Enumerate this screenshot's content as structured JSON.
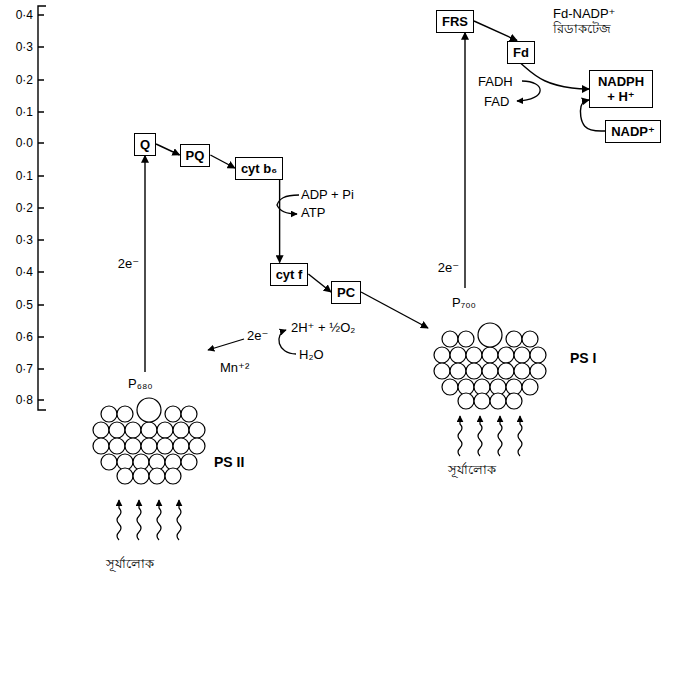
{
  "diagram": {
    "nodes": [
      {
        "text": [
          "FRS"
        ]
      },
      {
        "text": [
          "Fd"
        ]
      },
      {
        "text": [
          "NADPH + H⁺"
        ]
      },
      {
        "text": [
          "NADP⁺"
        ]
      },
      {
        "text": [
          "Q"
        ]
      },
      {
        "text": [
          "PQ"
        ]
      },
      {
        "text": [
          "cyt b₆"
        ]
      },
      {
        "text": [
          "cyt f"
        ]
      },
      {
        "text": [
          "PC"
        ]
      },
      {
        "text": [
          "PS I"
        ]
      },
      {
        "text": [
          "PS II"
        ]
      }
    ],
    "edges": [
      {
        "from": 10,
        "to": 4,
        "arrow": "to",
        "label": "2e⁻"
      },
      {
        "from": 4,
        "to": 5,
        "arrow": "to"
      },
      {
        "from": 5,
        "to": 6,
        "arrow": "to"
      },
      {
        "from": 6,
        "to": 7,
        "arrow": "to"
      },
      {
        "from": 7,
        "to": 8,
        "arrow": "to"
      },
      {
        "from": 8,
        "to": 9,
        "arrow": "to"
      },
      {
        "from": 9,
        "to": 0,
        "arrow": "to",
        "label": "2e⁻"
      },
      {
        "from": 0,
        "to": 1,
        "arrow": "to"
      },
      {
        "from": 1,
        "to": 2,
        "arrow": "to"
      },
      {
        "from": 3,
        "to": 2,
        "arrow": "to"
      }
    ],
    "labels": [
      "0·4",
      "0·3",
      "0·2",
      "0·1",
      "0·0",
      "0·1",
      "0·2",
      "0·3",
      "0·4",
      "0·5",
      "0·6",
      "0·7",
      "0·8",
      "Fd-NADP⁺ রিডাকটেজ",
      "FADH",
      "FAD",
      "ADP + Pi",
      "ATP",
      "P₇₀₀",
      "2e⁻",
      "2H⁺ + ½O₂",
      "H₂O",
      "Mn⁺²",
      "P₆₈₀",
      "সূর্যালোক",
      "সূর্যালোক"
    ]
  }
}
